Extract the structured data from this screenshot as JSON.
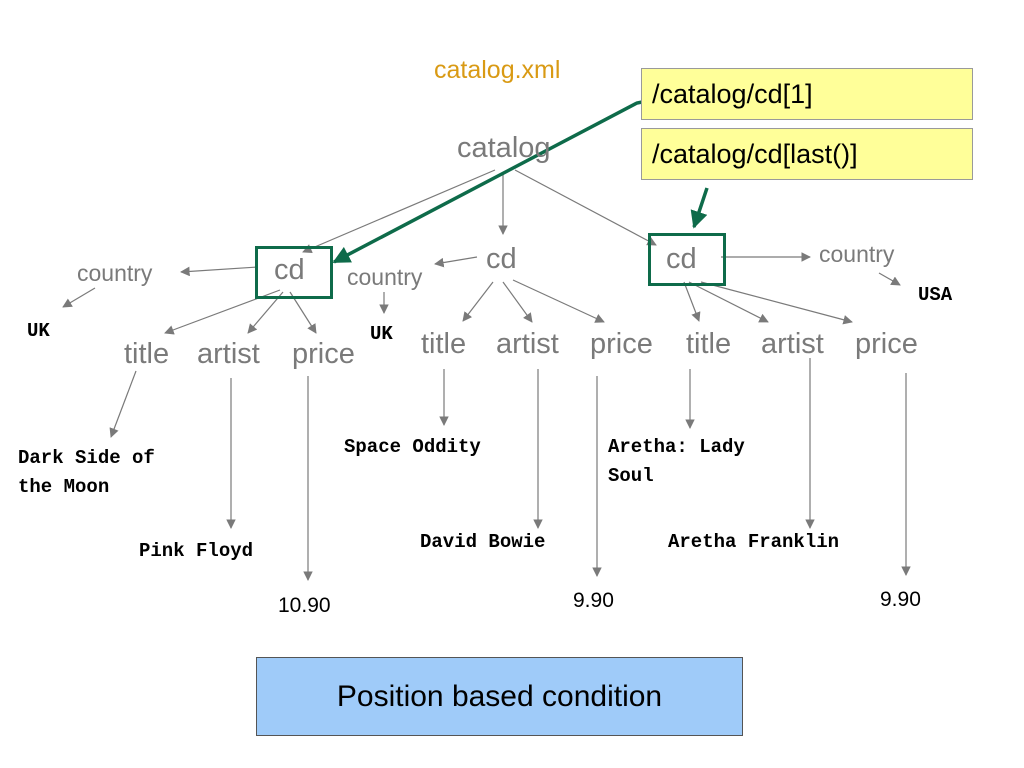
{
  "file_title": "catalog.xml",
  "xpath": {
    "first": "/catalog/cd[1]",
    "last": "/catalog/cd[last()]"
  },
  "root": "catalog",
  "cds": [
    {
      "label": "cd",
      "country": "country",
      "country_value": "UK",
      "title": "title",
      "artist": "artist",
      "price": "price",
      "title_value": "Dark Side of\nthe Moon",
      "artist_value": "Pink Floyd",
      "price_value": "10.90"
    },
    {
      "label": "cd",
      "country": "country",
      "country_value": "UK",
      "title": "title",
      "artist": "artist",
      "price": "price",
      "title_value": "Space Oddity",
      "artist_value": "David Bowie",
      "price_value": "9.90"
    },
    {
      "label": "cd",
      "country": "country",
      "country_value": "USA",
      "title": "title",
      "artist": "artist",
      "price": "price",
      "title_value": "Aretha: Lady\nSoul",
      "artist_value": "Aretha Franklin",
      "price_value": "9.90"
    }
  ],
  "caption": "Position based condition",
  "colors": {
    "highlight": "#0e6b4a",
    "xpath_fill": "#ffff99",
    "caption_fill": "#9fcbf9",
    "file_title": "#d99a14",
    "edge": "#7a7a7a"
  }
}
